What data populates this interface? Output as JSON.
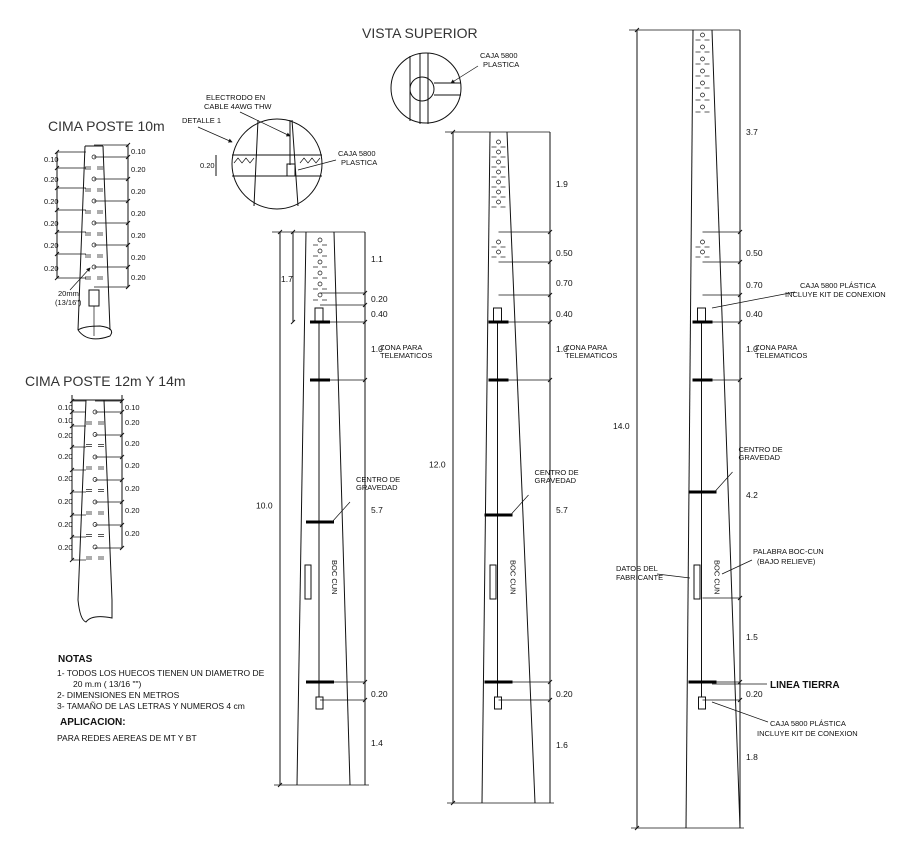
{
  "title_top_view": "VISTA SUPERIOR",
  "top_view_label": [
    "CAJA 5800",
    "PLASTICA"
  ],
  "detail": {
    "electrode": [
      "ELECTRODO EN",
      "CABLE 4AWG THW"
    ],
    "detail_label": "DETALLE 1",
    "depth": "0.20",
    "box": [
      "CAJA 5800",
      "PLASTICA"
    ]
  },
  "cima_10": {
    "title": "CIMA POSTE 10m",
    "left_dims": [
      "0.10",
      "0.20",
      "0.20",
      "0.20",
      "0.20",
      "0.20"
    ],
    "right_dims": [
      "0.10",
      "0.20",
      "0.20",
      "0.20",
      "0.20",
      "0.20",
      "0.20"
    ],
    "hole": [
      "20mm",
      "(13/16\")"
    ]
  },
  "cima_12_14": {
    "title": "CIMA POSTE 12m Y 14m",
    "left_dims": [
      "0.10",
      "0.10",
      "0.20",
      "0.20",
      "0.20",
      "0.20",
      "0.20",
      "0.20"
    ],
    "right_dims": [
      "0.10",
      "0.20",
      "0.20",
      "0.20",
      "0.20",
      "0.20",
      "0.20"
    ]
  },
  "notes": {
    "title": "NOTAS",
    "items": [
      "1- TODOS LOS HUECOS TIENEN UN DIAMETRO DE",
      "20 m.m ( 13/16 \"\")",
      "2- DIMENSIONES EN METROS",
      "3- TAMAÑO DE LAS LETRAS Y NUMEROS 4 cm"
    ],
    "application_title": "APLICACION:",
    "application": "PARA REDES AEREAS DE MT Y BT"
  },
  "pole_10": {
    "total": "10.0",
    "top_span": "1.7",
    "dims": [
      "1.1",
      "0.20",
      "0.40",
      "1.0",
      "5.7",
      "0.20",
      "1.4"
    ],
    "zone": [
      "ZONA PARA",
      "TELEMATICOS"
    ],
    "gravity": [
      "CENTRO DE",
      "GRAVEDAD"
    ],
    "brand": "BOC CUN"
  },
  "pole_12": {
    "total": "12.0",
    "dims": [
      "1.9",
      "0.50",
      "0.70",
      "0.40",
      "1.0",
      "5.7",
      "0.20",
      "1.6"
    ],
    "zone": [
      "ZONA PARA",
      "TELEMATICOS"
    ],
    "gravity": [
      "CENTRO DE",
      "GRAVEDAD"
    ],
    "brand": "BOC CUN"
  },
  "pole_14": {
    "total": "14.0",
    "dims": [
      "3.7",
      "0.50",
      "0.70",
      "0.40",
      "1.0",
      "4.2",
      "1.5",
      "0.20",
      "1.8"
    ],
    "zone": [
      "ZONA PARA",
      "TELEMATICOS"
    ],
    "gravity": [
      "CENTRO DE",
      "GRAVEDAD"
    ],
    "box_top": [
      "CAJA 5800 PLÁSTICA",
      "INCLUYE KIT DE CONEXION"
    ],
    "box_bottom": [
      "CAJA 5800 PLÁSTICA",
      "INCLUYE KIT DE CONEXION"
    ],
    "maker": [
      "DATOS DEL",
      "FABRICANTE"
    ],
    "word": [
      "PALABRA BOC-CUN",
      "(BAJO RELIEVE)"
    ],
    "ground": "LINEA TIERRA",
    "brand": "BOC CUN"
  }
}
